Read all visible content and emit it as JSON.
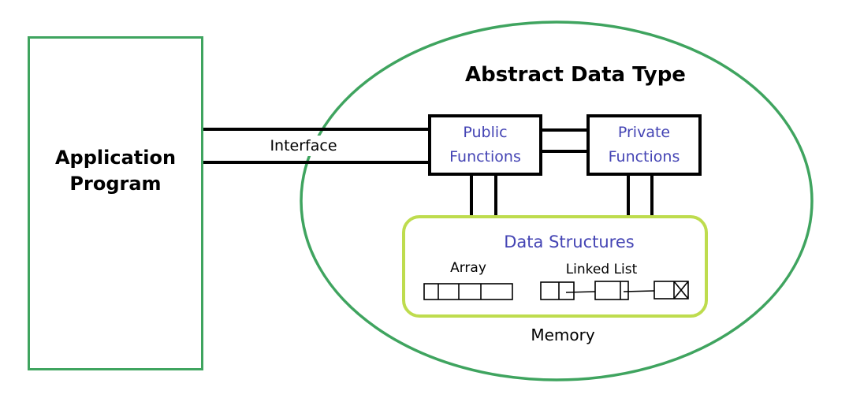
{
  "colors": {
    "green": "#3fa45f",
    "lime": "#bedc4e",
    "blue": "#4444b4",
    "black": "#000000"
  },
  "app_program": {
    "label": "Application\nProgram"
  },
  "interface": {
    "label": "Interface"
  },
  "adt": {
    "title": "Abstract Data Type",
    "public_functions": {
      "label": "Public\nFunctions"
    },
    "private_functions": {
      "label": "Private\nFunctions"
    },
    "data_structures": {
      "title": "Data Structures",
      "array": {
        "label": "Array"
      },
      "linked_list": {
        "label": "Linked List"
      }
    },
    "memory": {
      "label": "Memory"
    }
  }
}
